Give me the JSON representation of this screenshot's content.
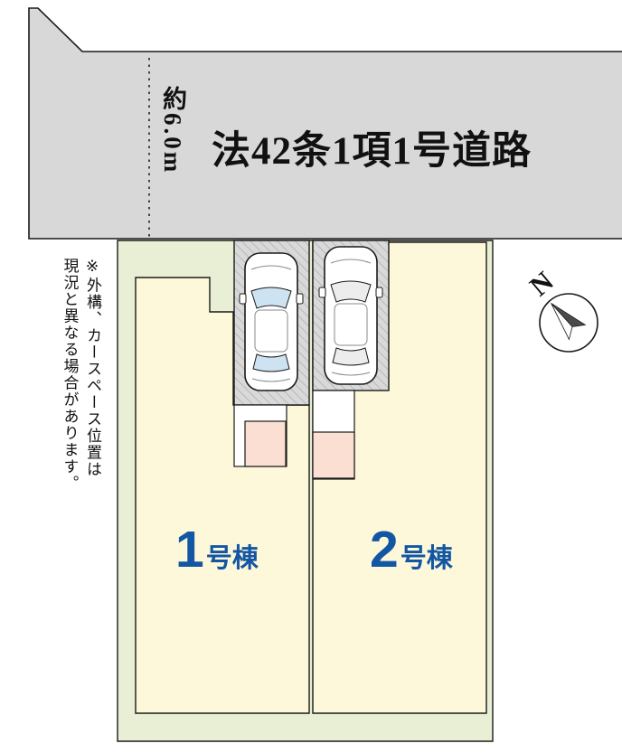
{
  "road": {
    "name": "法42条1項1号道路",
    "width": "約6.0m"
  },
  "note": {
    "line1": "※外構、カースペース位置は",
    "line2": "現況と異なる場合があります。"
  },
  "plots": [
    {
      "number": "1",
      "suffix": "号棟"
    },
    {
      "number": "2",
      "suffix": "号棟"
    }
  ],
  "compass": {
    "north": "N"
  },
  "colors": {
    "road_fill": "#d8d8d8",
    "site_fill": "#e9efd4",
    "plot_fill": "#fdf8da",
    "parking_fill": "#d9d9d9",
    "hatch_line": "#a8a8a8",
    "porch_fill": "#fadfd2",
    "plot_label_blue": "#1356a4",
    "outline": "#1a1a1a"
  }
}
